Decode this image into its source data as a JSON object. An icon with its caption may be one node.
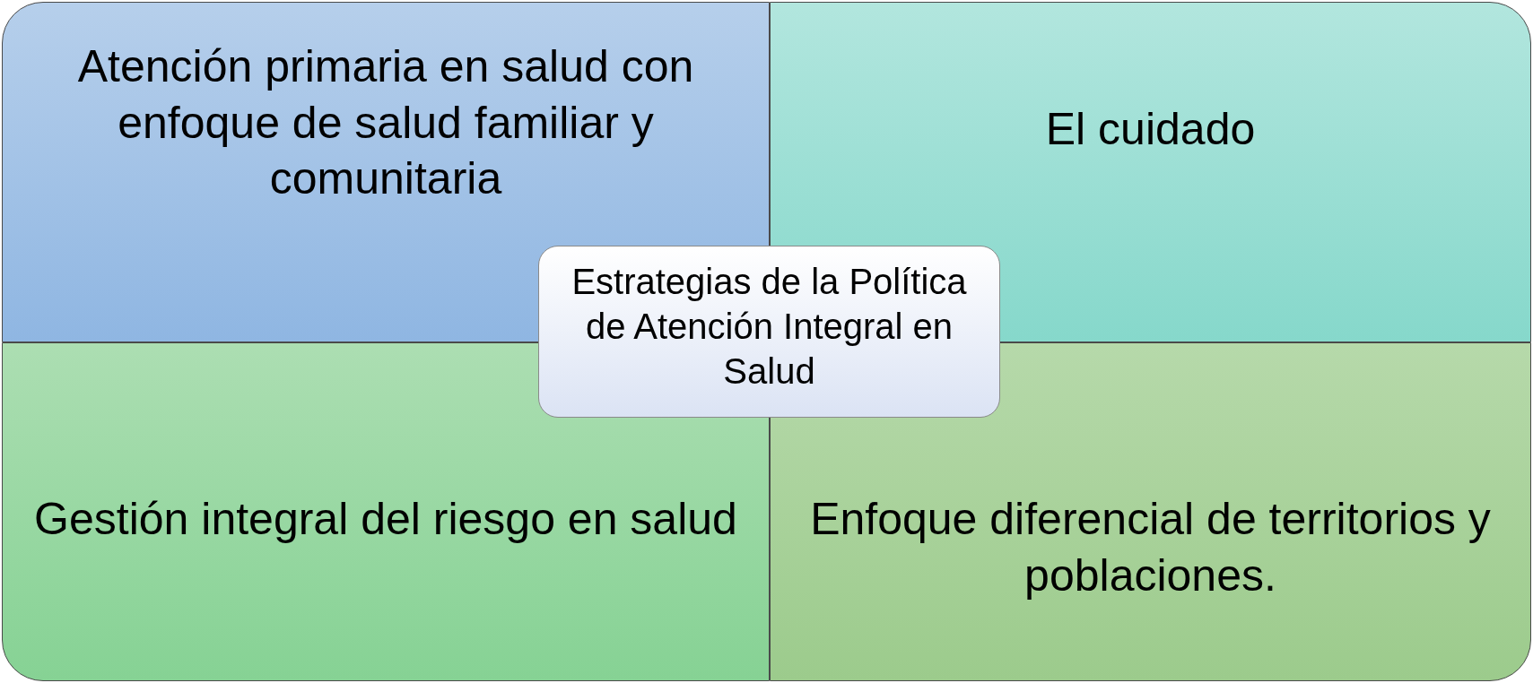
{
  "diagram": {
    "nodes": [
      {
        "text": [
          "Atención primaria en salud con enfoque de salud familiar y comunitaria"
        ]
      },
      {
        "text": [
          "El cuidado"
        ]
      },
      {
        "text": [
          "Estrategias de la Política de Atención Integral en Salud"
        ]
      },
      {
        "text": [
          "Gestión integral del riesgo en salud"
        ]
      },
      {
        "text": [
          "Enfoque diferencial de territorios y poblaciones."
        ]
      }
    ]
  }
}
